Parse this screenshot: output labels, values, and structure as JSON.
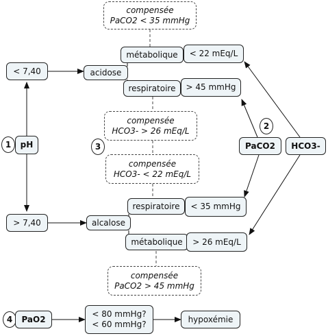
{
  "compensations": {
    "acidose_metabolique": [
      "compensée",
      "PaCO2 < 35 mmHg"
    ],
    "acidose_respiratoire": [
      "compensée",
      "HCO3- > 26 mEq/L"
    ],
    "alcalose_respiratoire": [
      "compensée",
      "HCO3- < 22 mEq/L"
    ],
    "alcalose_metabolique": [
      "compensée",
      "PaCO2 > 45 mmHg"
    ]
  },
  "nodes": {
    "ph": "pH",
    "ph_low": "< 7,40",
    "ph_high": "> 7,40",
    "acidose": "acidose",
    "alcalose": "alcalose",
    "metabolique_1": "métabolique",
    "hco3_low": "< 22 mEq/L",
    "respiratoire_1": "respiratoire",
    "paco2_high": "> 45 mmHg",
    "paco2": "PaCO2",
    "hco3": "HCO3-",
    "respiratoire_2": "respiratoire",
    "paco2_low": "< 35 mmHg",
    "metabolique_2": "métabolique",
    "hco3_high": "> 26 mEq/L",
    "pao2": "PaO2",
    "pao2_threshold": [
      "< 80 mmHg?",
      "< 60 mmHg?"
    ],
    "hypoxemie": "hypoxémie"
  },
  "steps": {
    "one": "1",
    "two": "2",
    "three": "3",
    "four": "4"
  }
}
